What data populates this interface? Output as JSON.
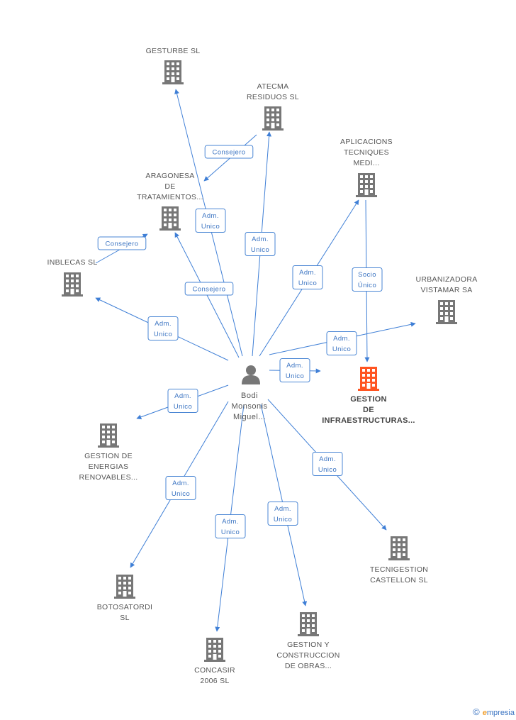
{
  "colors": {
    "building": "#777777",
    "main_building": "#ff5522",
    "edge": "#3f7fd6",
    "label": "#555555"
  },
  "person": {
    "name_lines": [
      "Bodi",
      "Monsonis",
      "Miguel..."
    ],
    "icon": "person-icon"
  },
  "nodes": [
    {
      "id": "gesturbe",
      "label_lines": [
        "GESTURBE SL"
      ],
      "main": false
    },
    {
      "id": "atecma",
      "label_lines": [
        "ATECMA",
        "RESIDUOS SL"
      ],
      "main": false
    },
    {
      "id": "aplicacions",
      "label_lines": [
        "APLICACIONS",
        "TECNIQUES",
        "MEDI..."
      ],
      "main": false
    },
    {
      "id": "aragonesa",
      "label_lines": [
        "ARAGONESA",
        "DE",
        "TRATAMIENTOS..."
      ],
      "main": false
    },
    {
      "id": "inblecas",
      "label_lines": [
        "INBLECAS SL"
      ],
      "main": false
    },
    {
      "id": "urbanizadora",
      "label_lines": [
        "URBANIZADORA",
        "VISTAMAR SA"
      ],
      "main": false
    },
    {
      "id": "gestion_infra",
      "label_lines": [
        "GESTION",
        "DE",
        "INFRAESTRUCTURAS..."
      ],
      "main": true
    },
    {
      "id": "gestion_energias",
      "label_lines": [
        "GESTION DE",
        "ENERGIAS",
        "RENOVABLES..."
      ],
      "main": false
    },
    {
      "id": "tecnigestion",
      "label_lines": [
        "TECNIGESTION",
        "CASTELLON SL"
      ],
      "main": false
    },
    {
      "id": "botosatordi",
      "label_lines": [
        "BOTOSATORDI",
        "SL"
      ],
      "main": false
    },
    {
      "id": "gestion_obras",
      "label_lines": [
        "GESTION Y",
        "CONSTRUCCION",
        "DE OBRAS..."
      ],
      "main": false
    },
    {
      "id": "concasir",
      "label_lines": [
        "CONCASIR",
        "2006 SL"
      ],
      "main": false
    }
  ],
  "edges": [
    {
      "id": "e-gesturbe",
      "label_lines": [
        "Adm.",
        "Unico"
      ]
    },
    {
      "id": "e-atecma",
      "label_lines": [
        "Adm.",
        "Unico"
      ]
    },
    {
      "id": "e-aplicacions",
      "label_lines": [
        "Adm.",
        "Unico"
      ]
    },
    {
      "id": "e-aragonesa",
      "label_lines": [
        "Consejero"
      ]
    },
    {
      "id": "e-inblecas",
      "label_lines": [
        "Adm.",
        "Unico"
      ]
    },
    {
      "id": "e-urbanizadora",
      "label_lines": [
        "Adm.",
        "Unico"
      ]
    },
    {
      "id": "e-gestion-infra",
      "label_lines": [
        "Adm.",
        "Unico"
      ]
    },
    {
      "id": "e-energias",
      "label_lines": [
        "Adm.",
        "Unico"
      ]
    },
    {
      "id": "e-tecnigestion",
      "label_lines": [
        "Adm.",
        "Unico"
      ]
    },
    {
      "id": "e-botosatordi",
      "label_lines": [
        "Adm.",
        "Unico"
      ]
    },
    {
      "id": "e-obras",
      "label_lines": [
        "Adm.",
        "Unico"
      ]
    },
    {
      "id": "e-concasir",
      "label_lines": [
        "Adm.",
        "Unico"
      ]
    },
    {
      "id": "e-atecma-aragonesa",
      "label_lines": [
        "Consejero"
      ]
    },
    {
      "id": "e-inblecas-aragonesa",
      "label_lines": [
        "Consejero"
      ]
    },
    {
      "id": "e-aplicacions-infra",
      "label_lines": [
        "Socio",
        "Único"
      ]
    }
  ],
  "footer": {
    "copyright": "©",
    "brand_initial": "e",
    "brand_rest": "mpresia"
  }
}
